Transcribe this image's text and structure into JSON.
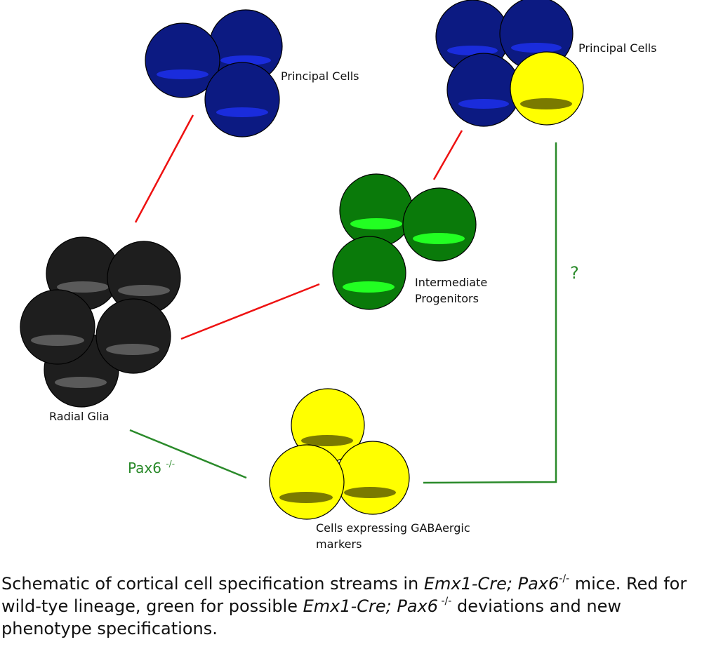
{
  "colors": {
    "wildtype_line": "#ee1111",
    "mutant_line": "#2a8a2a",
    "principal_fill": "#0c1a82",
    "principal_band": "#1a2cdc",
    "progenitor_fill": "#0a7a0a",
    "progenitor_band": "#22ff22",
    "glia_fill": "#1e1e1e",
    "glia_band": "#5a5a5a",
    "gaba_fill": "#ffff00",
    "gaba_band": "#7a7a00"
  },
  "labels": {
    "principal_left": "Principal Cells",
    "principal_right": "Principal Cells",
    "intermediate_line1": "Intermediate",
    "intermediate_line2": "Progenitors",
    "radial_glia": "Radial Glia",
    "pax6_base": "Pax6",
    "pax6_sup": "-/-",
    "question_mark": "?",
    "gaba_line1": "Cells expressing GABAergic",
    "gaba_line2": "markers"
  },
  "caption": {
    "p1": "Schematic of cortical cell specification streams in ",
    "gene1": "Emx1-Cre; Pax6",
    "sup1": "-/-",
    "p2": " mice. Red for wild-tye lineage, green for possible ",
    "gene2": "Emx1-Cre; Pax6",
    "sup2": " -/-",
    "p3": " deviations and new phenotype specifications."
  }
}
